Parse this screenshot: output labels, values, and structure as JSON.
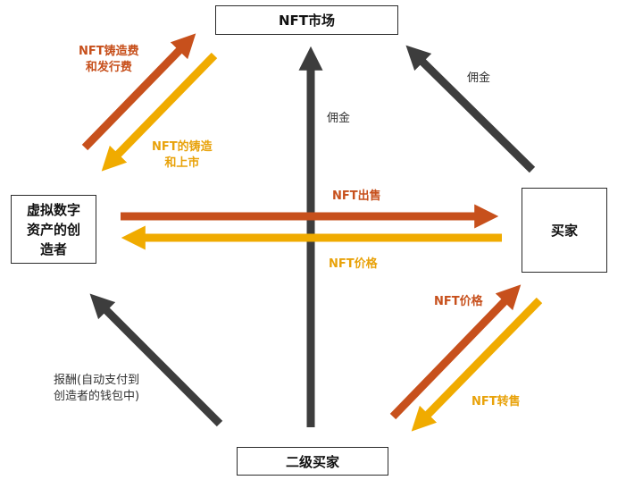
{
  "nodes": {
    "market": "NFT市场",
    "creator": "虚拟数字资产的创造者",
    "creator_lines": [
      "虚拟数字",
      "资产的创",
      "造者"
    ],
    "buyer": "买家",
    "secondary": "二级买家"
  },
  "labels": {
    "mint_fee": [
      "NFT铸造费",
      "和发行费"
    ],
    "mint": [
      "NFT的铸造",
      "和上市"
    ],
    "commission_center": "佣金",
    "commission_right": "佣金",
    "sale": "NFT出售",
    "price_center": "NFT价格",
    "price_secondary": "NFT价格",
    "transfer": "NFT转售",
    "royalty": [
      "报酬(自动支付到",
      "创造者的钱包中)"
    ]
  },
  "colors": {
    "orange": "#c7501c",
    "yellow": "#f0ab00",
    "dark": "#3d3d3d"
  }
}
